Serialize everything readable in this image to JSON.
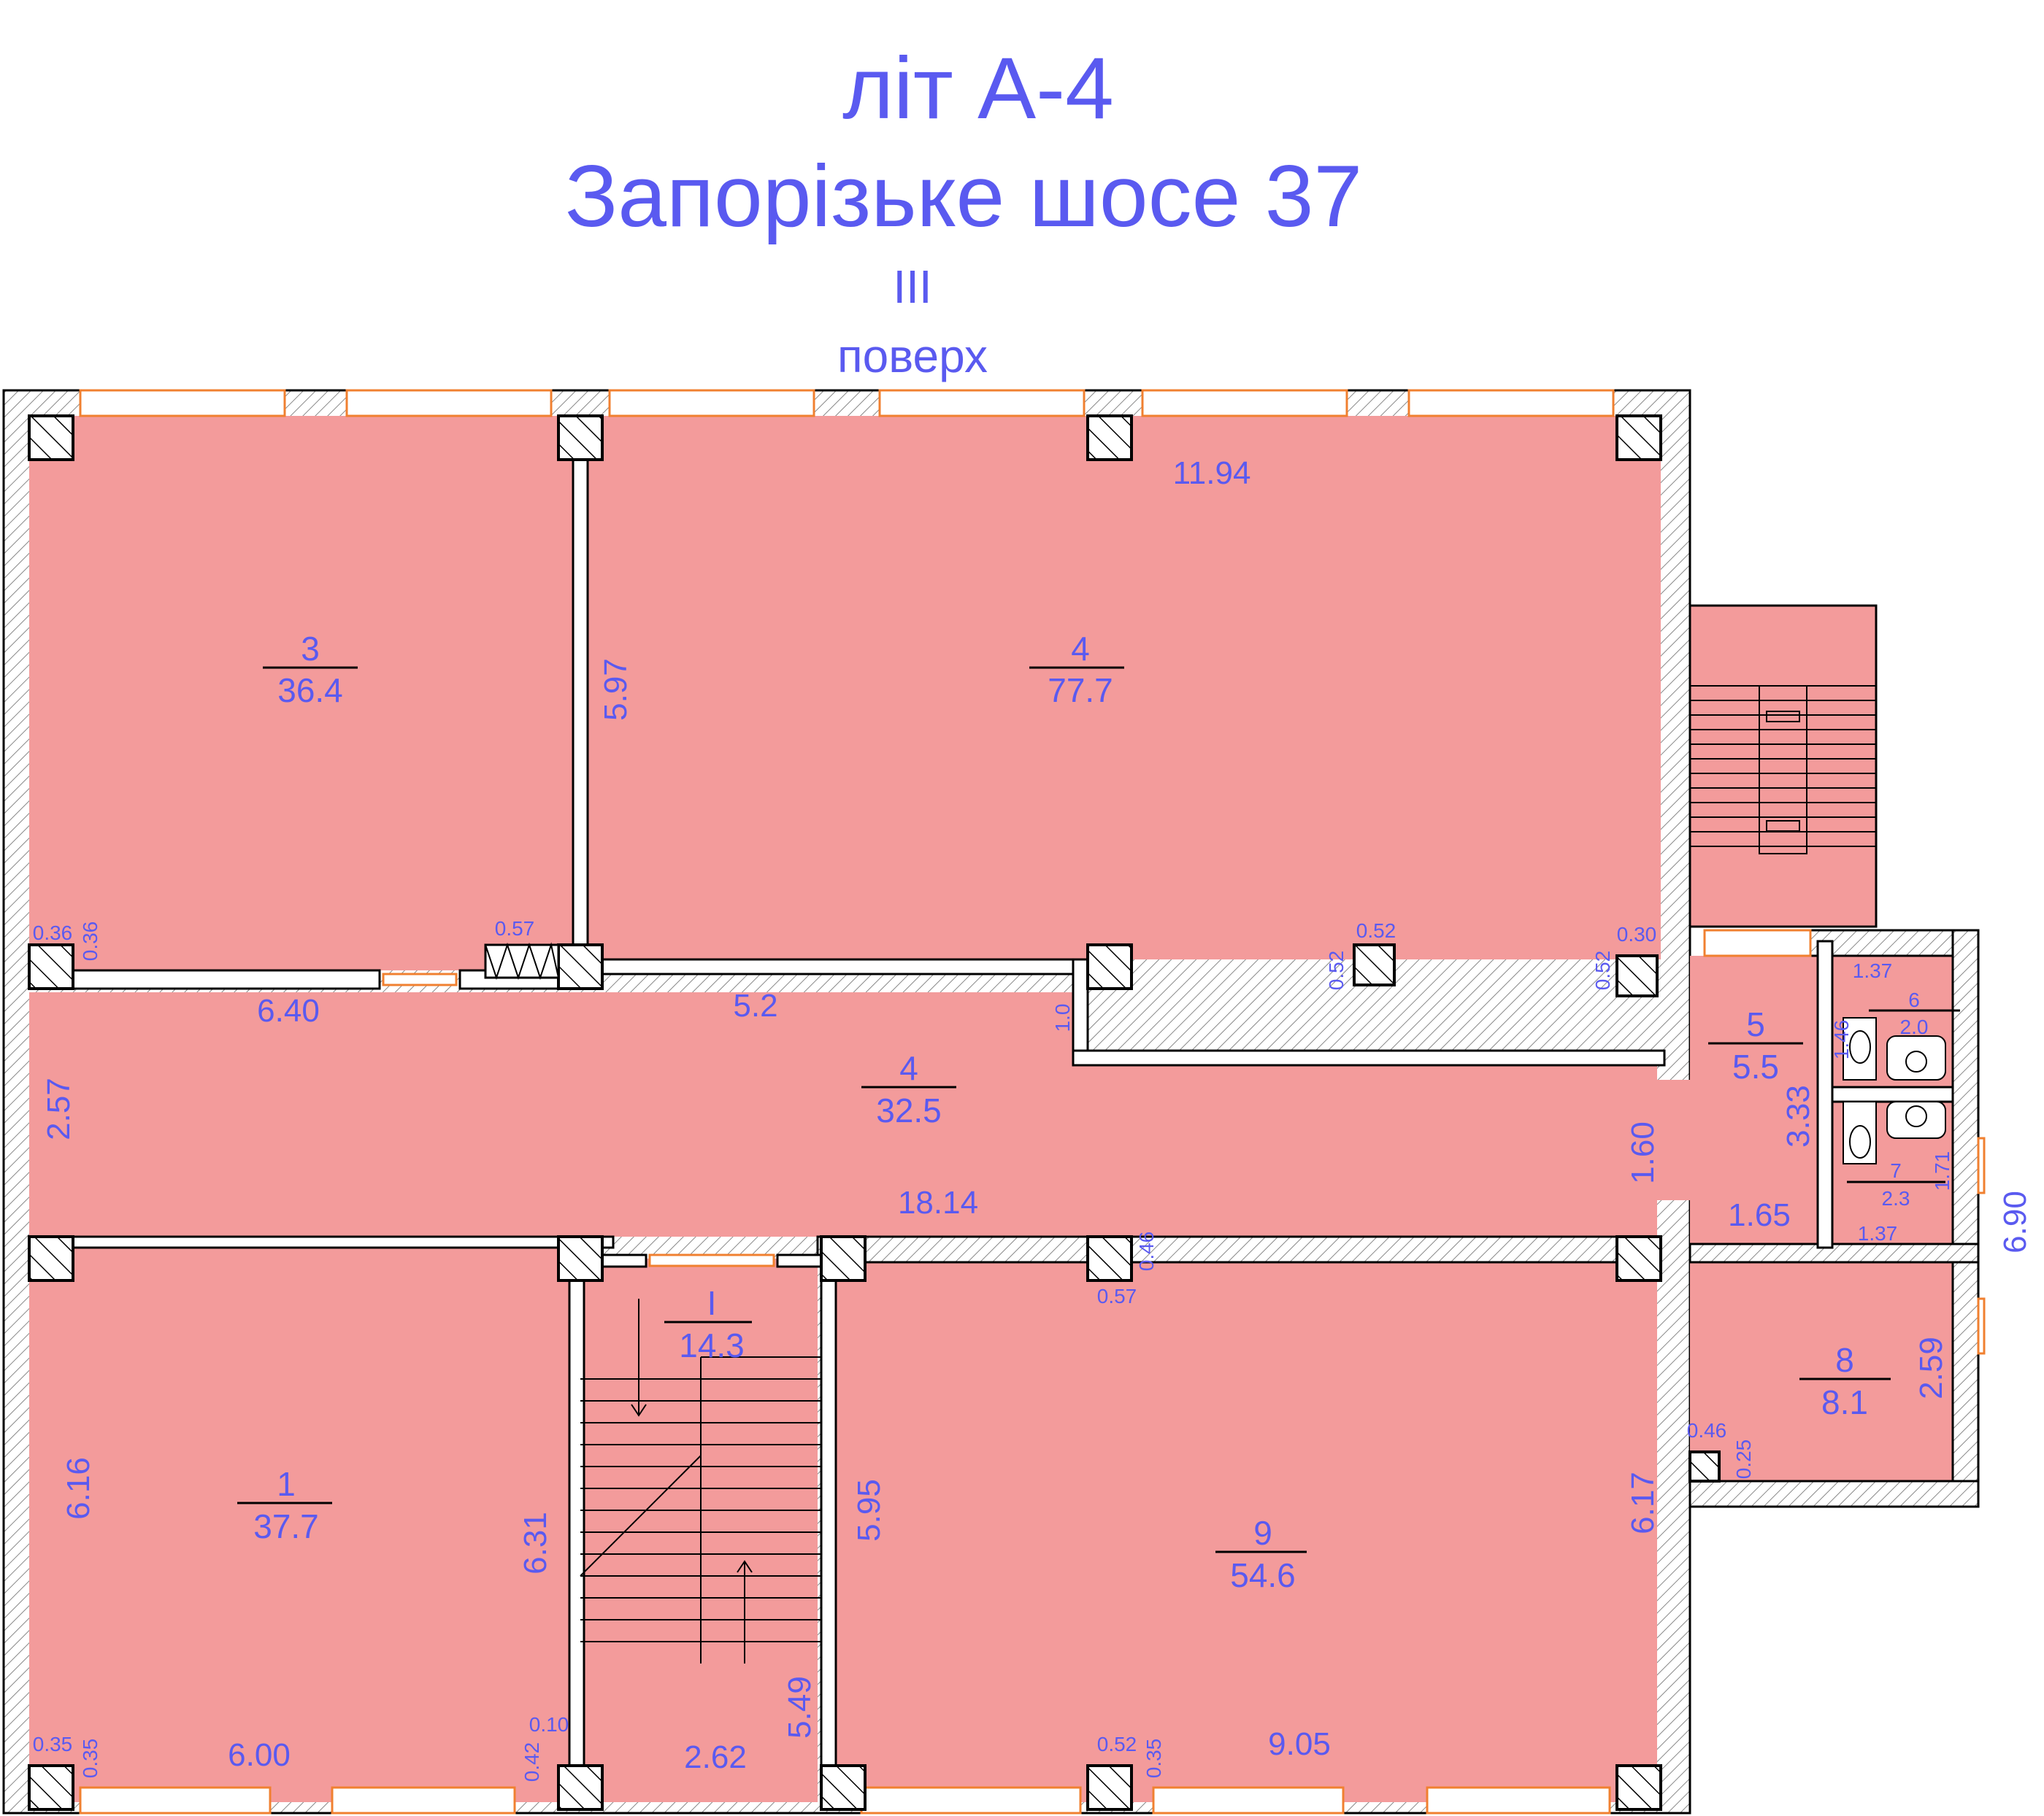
{
  "title": {
    "line1": "літ А-4",
    "line2": "Запорізьке шосе 37",
    "floor_numeral": "III",
    "floor_word": "поверх"
  },
  "rooms": [
    {
      "id": "3",
      "area": "36.4"
    },
    {
      "id": "4",
      "area": "77.7"
    },
    {
      "id": "4",
      "area": "32.5"
    },
    {
      "id": "5",
      "area": "5.5"
    },
    {
      "id": "6",
      "area": "2.0"
    },
    {
      "id": "7",
      "area": "2.3"
    },
    {
      "id": "8",
      "area": "8.1"
    },
    {
      "id": "1",
      "area": "37.7"
    },
    {
      "id": "I",
      "area": "14.3"
    },
    {
      "id": "9",
      "area": "54.6"
    }
  ],
  "dimensions": {
    "d_11_94": "11.94",
    "d_5_97": "5.97",
    "d_6_40": "6.40",
    "d_5_2": "5.2",
    "d_2_57": "2.57",
    "d_18_14": "18.14",
    "d_1_60": "1.60",
    "d_3_33": "3.33",
    "d_1_65": "1.65",
    "d_6_90": "6.90",
    "d_2_59": "2.59",
    "d_6_17": "6.17",
    "d_6_16": "6.16",
    "d_6_31": "6.31",
    "d_5_95": "5.95",
    "d_5_49": "5.49",
    "d_6_00": "6.00",
    "d_2_62": "2.62",
    "d_9_05": "9.05",
    "d_1_0": "1.0",
    "d_1_37a": "1.37",
    "d_1_37b": "1.37",
    "d_1_46": "1.46",
    "d_1_71": "1.71",
    "s_0_36a": "0.36",
    "s_0_36b": "0.36",
    "s_0_57a": "0.57",
    "s_0_52a": "0.52",
    "s_0_52b": "0.52",
    "s_0_30": "0.30",
    "s_0_52c": "0.52",
    "s_0_46a": "0.46",
    "s_0_57b": "0.57",
    "s_0_46b": "0.46",
    "s_0_25": "0.25",
    "s_0_35a": "0.35",
    "s_0_35b": "0.35",
    "s_0_10": "0.10",
    "s_0_42": "0.42",
    "s_0_52d": "0.52",
    "s_0_35c": "0.35"
  },
  "colors": {
    "room_fill": "#f39b9b",
    "text": "#5a5af0",
    "window": "#f08030"
  }
}
